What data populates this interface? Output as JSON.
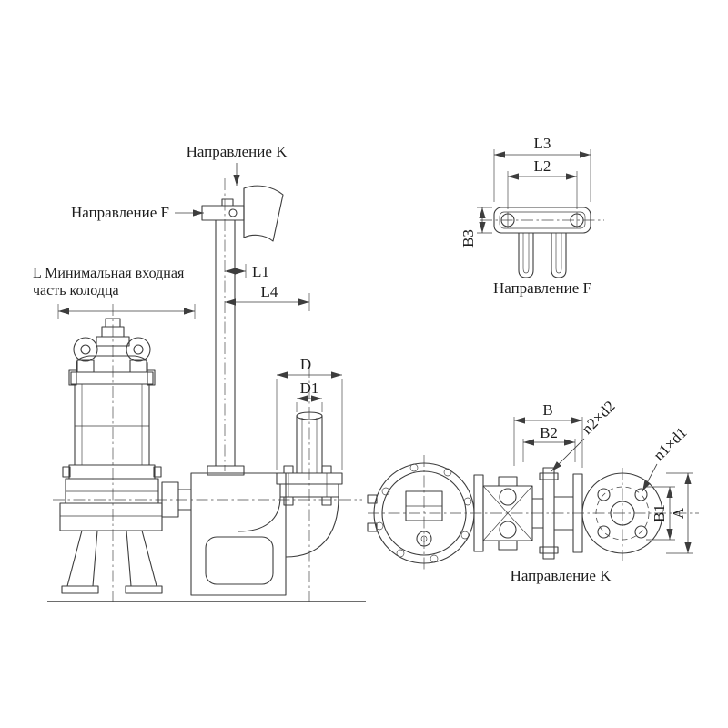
{
  "colors": {
    "line": "#3d3d3d",
    "background": "#ffffff"
  },
  "labels": {
    "direction_k_top": "Направление K",
    "direction_f_left": "Направление F",
    "min_inlet_line1": "L Минимальная входная",
    "min_inlet_line2": "часть колодца",
    "dim_L1": "L1",
    "dim_L4": "L4",
    "dim_D": "D",
    "dim_D1": "D1",
    "dim_L3": "L3",
    "dim_L2": "L2",
    "dim_B3": "B3",
    "direction_f_view": "Направление F",
    "dim_B": "B",
    "dim_B2": "B2",
    "dim_n2d2": "n2×d2",
    "dim_n1d1": "n1×d1",
    "dim_B1": "B1",
    "dim_A": "A",
    "direction_k_view": "Направление K"
  }
}
